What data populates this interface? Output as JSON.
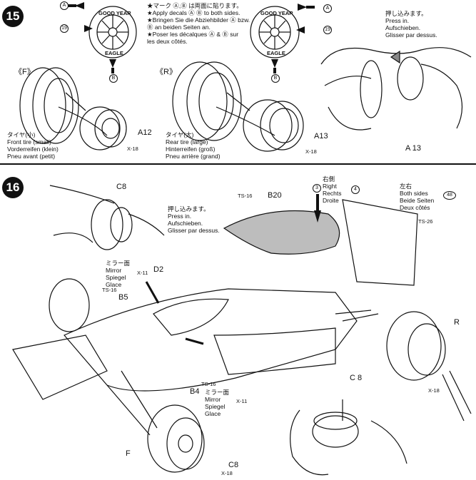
{
  "step15": {
    "number": "15",
    "decal_jp": "★マーク Ⓐ,Ⓑ は両面に貼ります。",
    "decal_en": "★Apply decals Ⓐ Ⓑ to both sides.",
    "decal_de1": "★Bringen Sie die Abziehbilder Ⓐ bzw.",
    "decal_de2": "Ⓑ an beiden Seiten an.",
    "decal_fr1": "★Poser les décalques Ⓐ & Ⓑ sur",
    "decal_fr2": "les deux côtés.",
    "tire_brand": "GOOD YEAR",
    "tire_eagle": "EAGLE",
    "decal_a": "A",
    "decal_b": "B",
    "decal_19": "19",
    "front_label": "《F》",
    "rear_label": "《R》",
    "front_tire": [
      "タイヤ(小)",
      "Front tire (small)",
      "Vorderreifen (klein)",
      "Pneu avant (petit)"
    ],
    "rear_tire": [
      "タイヤ(大)",
      "Rear tire (large)",
      "Hinterreifen (groß)",
      "Pneu arrière (grand)"
    ],
    "part_a12": "A12",
    "part_a13": "A13",
    "part_a13b": "A 13",
    "screw_x18": "X-18",
    "press_in": [
      "押し込みます。",
      "Press in.",
      "Aufschieben.",
      "Glisser par dessus."
    ]
  },
  "step16": {
    "number": "16",
    "c8": "C8",
    "c8b": "C 8",
    "press_in": [
      "押し込みます。",
      "Press in.",
      "Aufschieben.",
      "Glisser par dessus."
    ],
    "ts16": "TS-16",
    "ts26": "TS-26",
    "b20": "B20",
    "right_block": [
      "右側",
      "Right",
      "Rechts",
      "Droite"
    ],
    "ref3": "3",
    "ref4": "4",
    "both_block": [
      "左右",
      "Both sides",
      "Beide Seiten",
      "Deux côtés"
    ],
    "ref48": "48",
    "mirror_block": [
      "ミラー面",
      "Mirror",
      "Spiegel",
      "Glace"
    ],
    "x11": "X-11",
    "d2": "D2",
    "b5": "B5",
    "b4": "B4",
    "r": "R",
    "f": "F",
    "x18": "X-18"
  }
}
